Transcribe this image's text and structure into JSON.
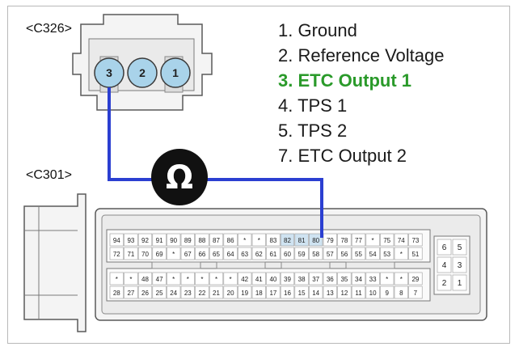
{
  "connectors": {
    "top_label": "<C326>",
    "bottom_label": "<C301>"
  },
  "c326_pins": [
    "3",
    "2",
    "1"
  ],
  "meter_symbol": "Ω",
  "legend": [
    {
      "text": "1. Ground",
      "highlight": false
    },
    {
      "text": "2. Reference Voltage",
      "highlight": false
    },
    {
      "text": "3. ETC Output 1",
      "highlight": true
    },
    {
      "text": "4. TPS 1",
      "highlight": false
    },
    {
      "text": "5. TPS 2",
      "highlight": false
    },
    {
      "text": "7. ETC Output 2",
      "highlight": false
    }
  ],
  "c301": {
    "row1": [
      "94",
      "93",
      "92",
      "91",
      "90",
      "89",
      "88",
      "87",
      "86",
      "*",
      "*",
      "83",
      "82",
      "81",
      "80",
      "79",
      "78",
      "77",
      "*",
      "75",
      "74",
      "73"
    ],
    "row2": [
      "72",
      "71",
      "70",
      "69",
      "*",
      "67",
      "66",
      "65",
      "64",
      "63",
      "62",
      "61",
      "60",
      "59",
      "58",
      "57",
      "56",
      "55",
      "54",
      "53",
      "*",
      "51"
    ],
    "row3": [
      "*",
      "*",
      "48",
      "47",
      "*",
      "*",
      "*",
      "*",
      "*",
      "42",
      "41",
      "40",
      "39",
      "38",
      "37",
      "36",
      "35",
      "34",
      "33",
      "*",
      "*",
      "29"
    ],
    "row4": [
      "28",
      "27",
      "26",
      "25",
      "24",
      "23",
      "22",
      "21",
      "20",
      "19",
      "18",
      "17",
      "16",
      "15",
      "14",
      "13",
      "12",
      "11",
      "10",
      "9",
      "8",
      "7"
    ],
    "right_block": [
      [
        "6",
        "5"
      ],
      [
        "4",
        "3"
      ],
      [
        "2",
        "1"
      ]
    ]
  },
  "colors": {
    "wire": "#2b3fd1",
    "highlight_text": "#2a9a2a",
    "connector_fill": "#f4f4f4",
    "pin_fill": "#a9d3ea"
  }
}
